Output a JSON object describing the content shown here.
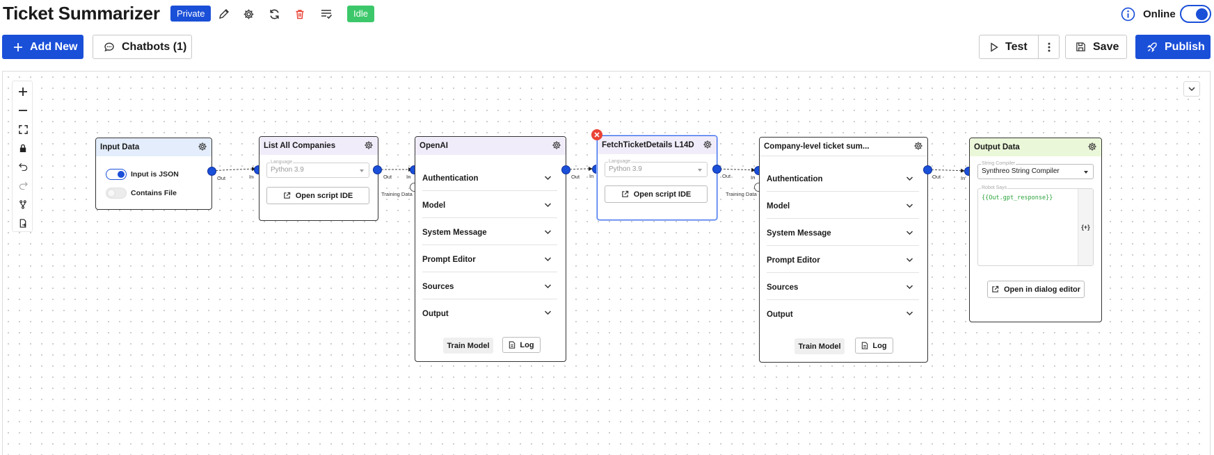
{
  "header": {
    "title": "Ticket Summarizer",
    "visibility_badge": "Private",
    "status_badge": "Idle",
    "online_label": "Online",
    "online_enabled": true
  },
  "toolbar": {
    "add_new_label": "Add New",
    "chatbots_label": "Chatbots (1)",
    "test_label": "Test",
    "save_label": "Save",
    "publish_label": "Publish"
  },
  "icons": {
    "edit": "pencil-icon",
    "settings": "gear-icon",
    "refresh": "refresh-icon",
    "delete": "trash-icon",
    "checklist": "checklist-icon",
    "info": "info-icon"
  },
  "colors": {
    "primary": "#1a4fd8",
    "idle": "#3cc86a",
    "danger": "#ea4335",
    "code": "#2aa33a"
  },
  "ports": {
    "out": "Out",
    "in": "In",
    "training": "Training Data"
  },
  "nodes": {
    "input_data": {
      "title": "Input Data",
      "toggle_json_label": "Input is JSON",
      "toggle_json_on": true,
      "toggle_file_label": "Contains File",
      "toggle_file_on": false
    },
    "list_companies": {
      "title": "List All Companies",
      "language_legend": "Language",
      "language_value": "Python 3.9",
      "ide_label": "Open script IDE"
    },
    "openai": {
      "title": "OpenAI",
      "sections": [
        "Authentication",
        "Model",
        "System Message",
        "Prompt Editor",
        "Sources",
        "Output"
      ],
      "train_label": "Train Model",
      "log_label": "Log"
    },
    "fetch_ticket": {
      "title": "FetchTicketDetails L14D",
      "language_legend": "Language",
      "language_value": "Python 3.9",
      "ide_label": "Open script IDE"
    },
    "company_summary": {
      "title": "Company-level ticket sum...",
      "sections": [
        "Authentication",
        "Model",
        "System Message",
        "Prompt Editor",
        "Sources",
        "Output"
      ],
      "train_label": "Train Model",
      "log_label": "Log"
    },
    "output_data": {
      "title": "Output Data",
      "compiler_legend": "String Compiler",
      "compiler_value": "Synthreo String Compiler",
      "robot_legend": "Robot Says",
      "robot_code": "{{Out.gpt_response}}",
      "variable_button": "{+}",
      "dialog_editor_label": "Open in dialog editor"
    }
  }
}
